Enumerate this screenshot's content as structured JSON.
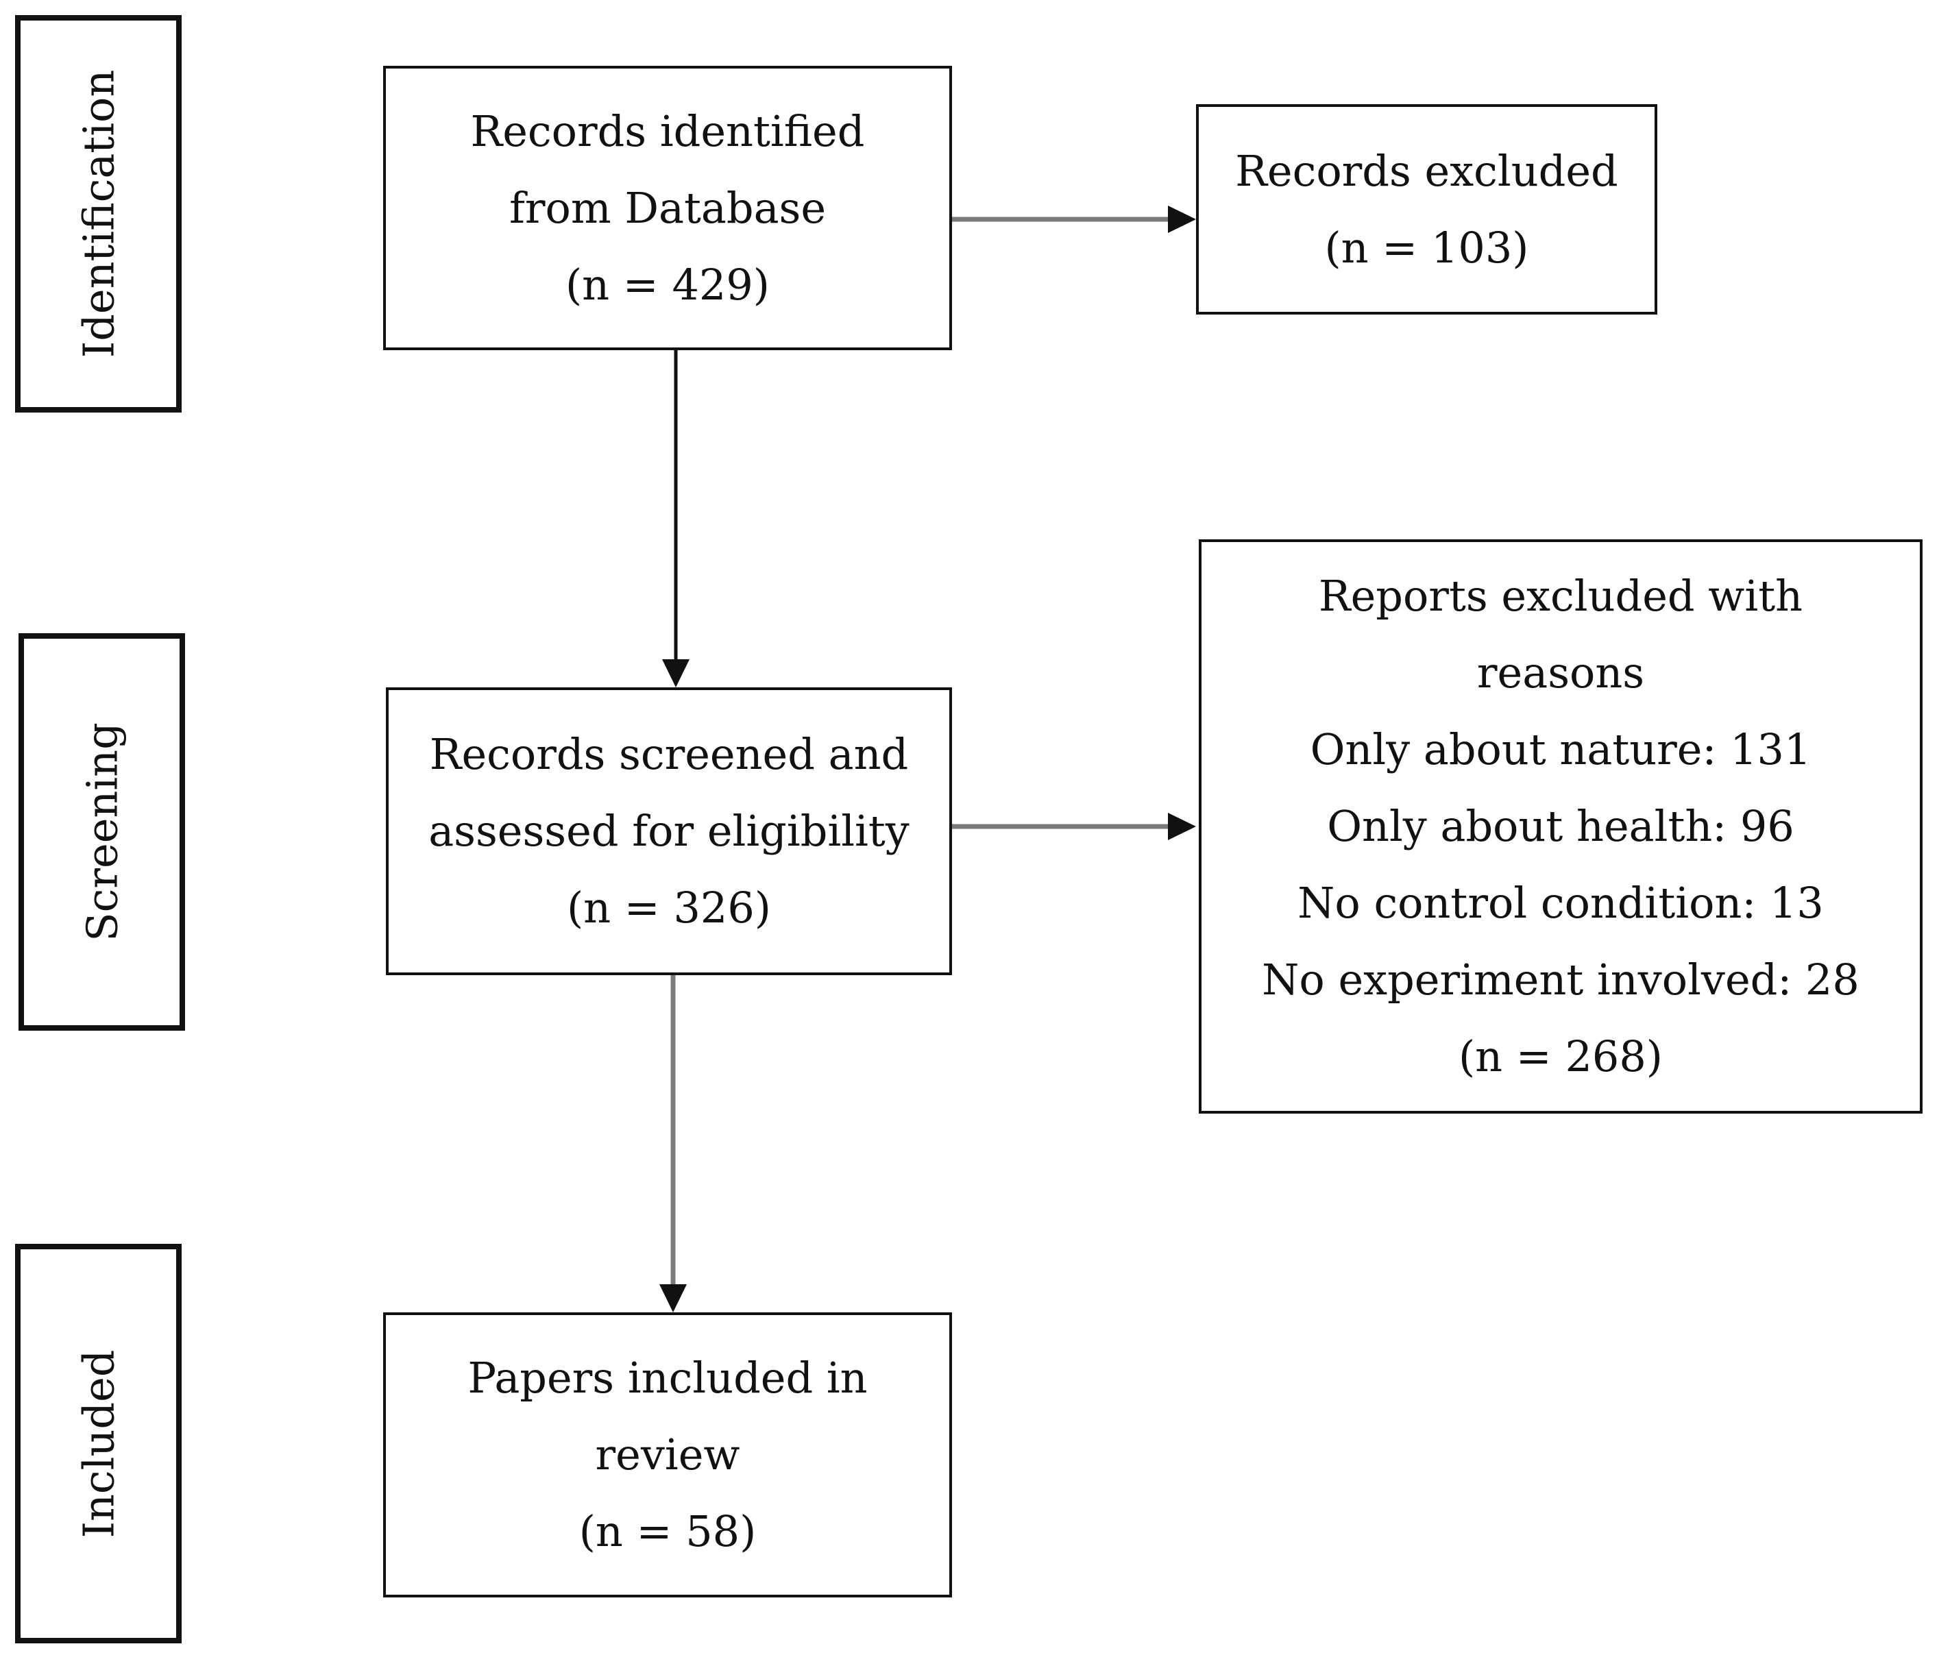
{
  "stages": {
    "identification": "Identification",
    "screening": "Screening",
    "included": "Included"
  },
  "boxes": {
    "identified": {
      "line1": "Records identified",
      "line2": "from Database",
      "count": "(n = 429)"
    },
    "excluded": {
      "line1": "Records excluded",
      "count": "(n = 103)"
    },
    "screened": {
      "line1": "Records screened and",
      "line2": "assessed for eligibility",
      "count": "(n = 326)"
    },
    "reports_excluded": {
      "line1": "Reports excluded with",
      "line2": "reasons",
      "reasons": [
        "Only about nature: 131",
        "Only about health: 96",
        "No control condition: 13",
        "No experiment involved: 28"
      ],
      "count": "(n = 268)"
    },
    "included": {
      "line1": "Papers included in",
      "line2": "review",
      "count": "(n = 58)"
    }
  },
  "colors": {
    "box_border": "#111111",
    "arrow_black": "#111111",
    "arrow_gray": "#7a7a7a"
  }
}
